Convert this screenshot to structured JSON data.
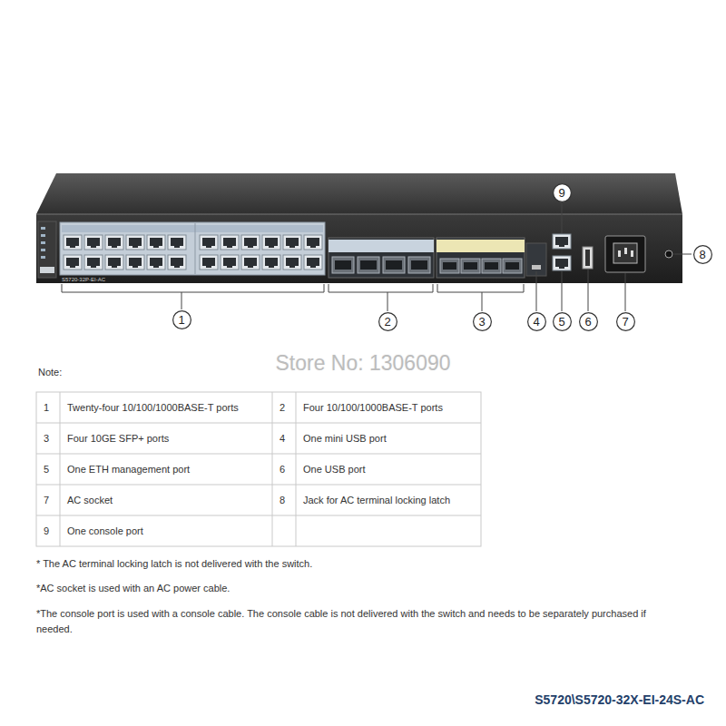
{
  "diagram": {
    "title": "S5720\\S5720-32X-EI-24S-AC",
    "nodes": [
      {
        "text": [
          "1"
        ]
      },
      {
        "text": [
          "2"
        ]
      },
      {
        "text": [
          "3"
        ]
      },
      {
        "text": [
          "4"
        ]
      },
      {
        "text": [
          "5"
        ]
      },
      {
        "text": [
          "6"
        ]
      },
      {
        "text": [
          "7"
        ]
      },
      {
        "text": [
          "8"
        ]
      },
      {
        "text": [
          "9"
        ]
      }
    ],
    "labels": [
      "S5720-32P-EI-AC",
      "Store No: 1306090",
      "Note:",
      "1",
      "Twenty-four 10/100/1000BASE-T ports",
      "2",
      "Four 10/100/1000BASE-T ports",
      "3",
      "Four 10GE SFP+ ports",
      "4",
      "One mini USB port",
      "5",
      "One ETH management port",
      "6",
      "One USB port",
      "7",
      "AC socket",
      "8",
      "Jack for AC terminal locking latch",
      "9",
      "One console port",
      "* The AC terminal locking latch is not delivered with the switch.",
      "*AC socket is used with an AC power cable.",
      "*The console port is used with a console cable. The console cable is not delivered with the switch and needs to be separately purchased if needed."
    ]
  }
}
